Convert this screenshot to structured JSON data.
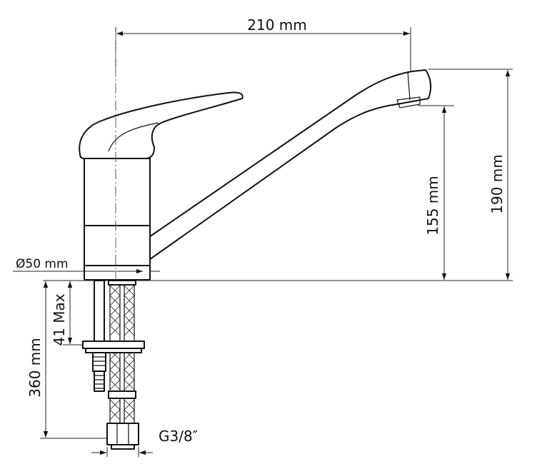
{
  "dimensions": {
    "spout_reach": "210 mm",
    "total_height": "190 mm",
    "spout_height": "155 mm",
    "base_diameter": "Ø50 mm",
    "hose_length": "360 mm",
    "mount_thickness": "41 Max",
    "thread": "G3/8″"
  }
}
